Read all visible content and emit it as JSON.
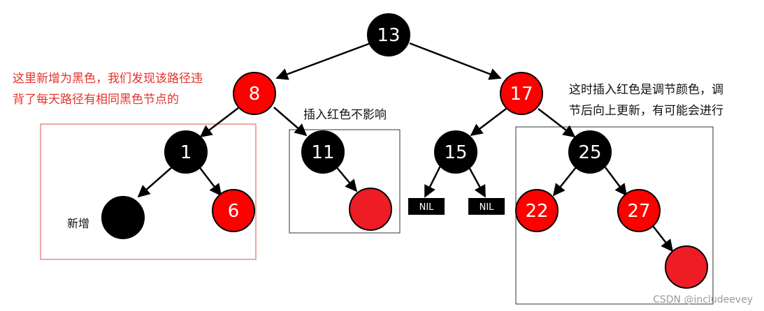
{
  "colors": {
    "black_node": "#000000",
    "red_node": "#ff0000",
    "new_red_node": "#ee1c25",
    "annotation_red": "#e5322d",
    "box_red": "#d9534f",
    "box_black": "#333333"
  },
  "nodes": {
    "n13": {
      "label": "13",
      "color": "black"
    },
    "n8": {
      "label": "8",
      "color": "red"
    },
    "n17": {
      "label": "17",
      "color": "red"
    },
    "n1": {
      "label": "1",
      "color": "black"
    },
    "n6": {
      "label": "6",
      "color": "red"
    },
    "n11": {
      "label": "11",
      "color": "black"
    },
    "n15": {
      "label": "15",
      "color": "black"
    },
    "n25": {
      "label": "25",
      "color": "black"
    },
    "n22": {
      "label": "22",
      "color": "red"
    },
    "n27": {
      "label": "27",
      "color": "red"
    },
    "new_black": {
      "label": "",
      "color": "black"
    },
    "new_red_11": {
      "label": "",
      "color": "red"
    },
    "new_red_27": {
      "label": "",
      "color": "red"
    }
  },
  "nil_labels": [
    "NIL",
    "NIL"
  ],
  "annotations": {
    "left_red": [
      "这里新增为黑色，我们发现该路径违",
      "背了每天路径有相同黑色节点的"
    ],
    "middle": "插入红色不影响",
    "right": [
      "这时插入红色是调节颜色，调",
      "节后向上更新，有可能会进行"
    ],
    "new_label": "新增"
  },
  "watermark": "CSDN @includeevey"
}
